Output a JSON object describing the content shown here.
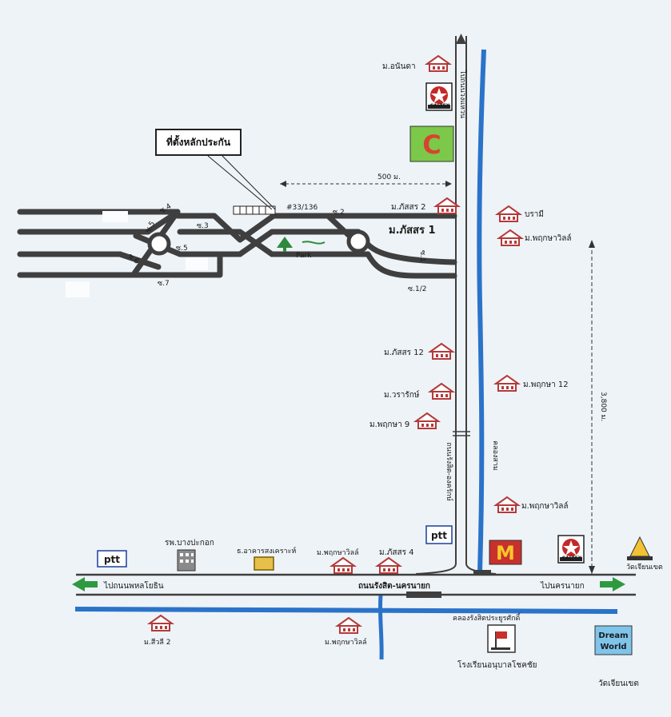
{
  "colors": {
    "road": "#3f3f3f",
    "canal": "#2b73c9",
    "house": "#b33a3a",
    "arrow": "#2e9a3f",
    "bg": "#eef3f7"
  },
  "callout": "ที่ตั้งหลักประกัน",
  "distances": {
    "top": "500 ม.",
    "side": "3,800 ม."
  },
  "roads": {
    "main_vertical_top": "ไปถนนวงแหวน",
    "main_vertical_mid": "ถนนรังสิต-องครักษ์",
    "canal_vertical": "คลองสาม",
    "main_horizontal": "ถนนรังสิต-นครนายก",
    "canal_horizontal": "คลองรังสิตประยูรศักดิ์",
    "to_left": "ไปถนนพหลโยธิน",
    "to_right": "ไปนครนายก"
  },
  "sois": {
    "s1": "ซ.1",
    "s1_2": "ซ.1/2",
    "s2": "ซ.2",
    "s3": "ซ.3",
    "s4": "ซ.4",
    "s5": "ซ.5",
    "s5b": "ซ.5",
    "s6": "ซ.6",
    "s7": "ซ.7"
  },
  "village_main": "ม.ภัสสร 1",
  "address": "#33/136",
  "park": "Park",
  "places": {
    "anunda": "ม.อนันดา",
    "phatsorn2": "ม.ภัสสร 2",
    "bramee": "บรามี",
    "pruksa_top": "ม.พฤกษาวิลล์",
    "phatsorn12": "ม.ภัสสร 12",
    "pruksa12": "ม.พฤกษา 12",
    "waraluk": "ม.วรารักษ์",
    "pruksa9": "ม.พฤกษา 9",
    "pruksa_mid": "ม.พฤกษาวิลล์",
    "hospital": "รพ.บางปะกอก",
    "bank": "ธ.อาคารสงเคราะห์",
    "pruksa_left": "ม.พฤกษาวิลล์",
    "phatsorn4": "ม.ภัสสร 4",
    "temple": "วัดเจียนเขต",
    "siwali2": "ม.สีวลี 2",
    "pruksa_bottom": "ม.พฤกษาวิลล์",
    "school": "โรงเรียนอนุบาลโชคชัย",
    "temple_bottom": "วัดเจียนเขต"
  },
  "brands": {
    "caltex": "CALTEX",
    "ptt": "ptt",
    "dream_world_1": "Dream",
    "dream_world_2": "World"
  }
}
